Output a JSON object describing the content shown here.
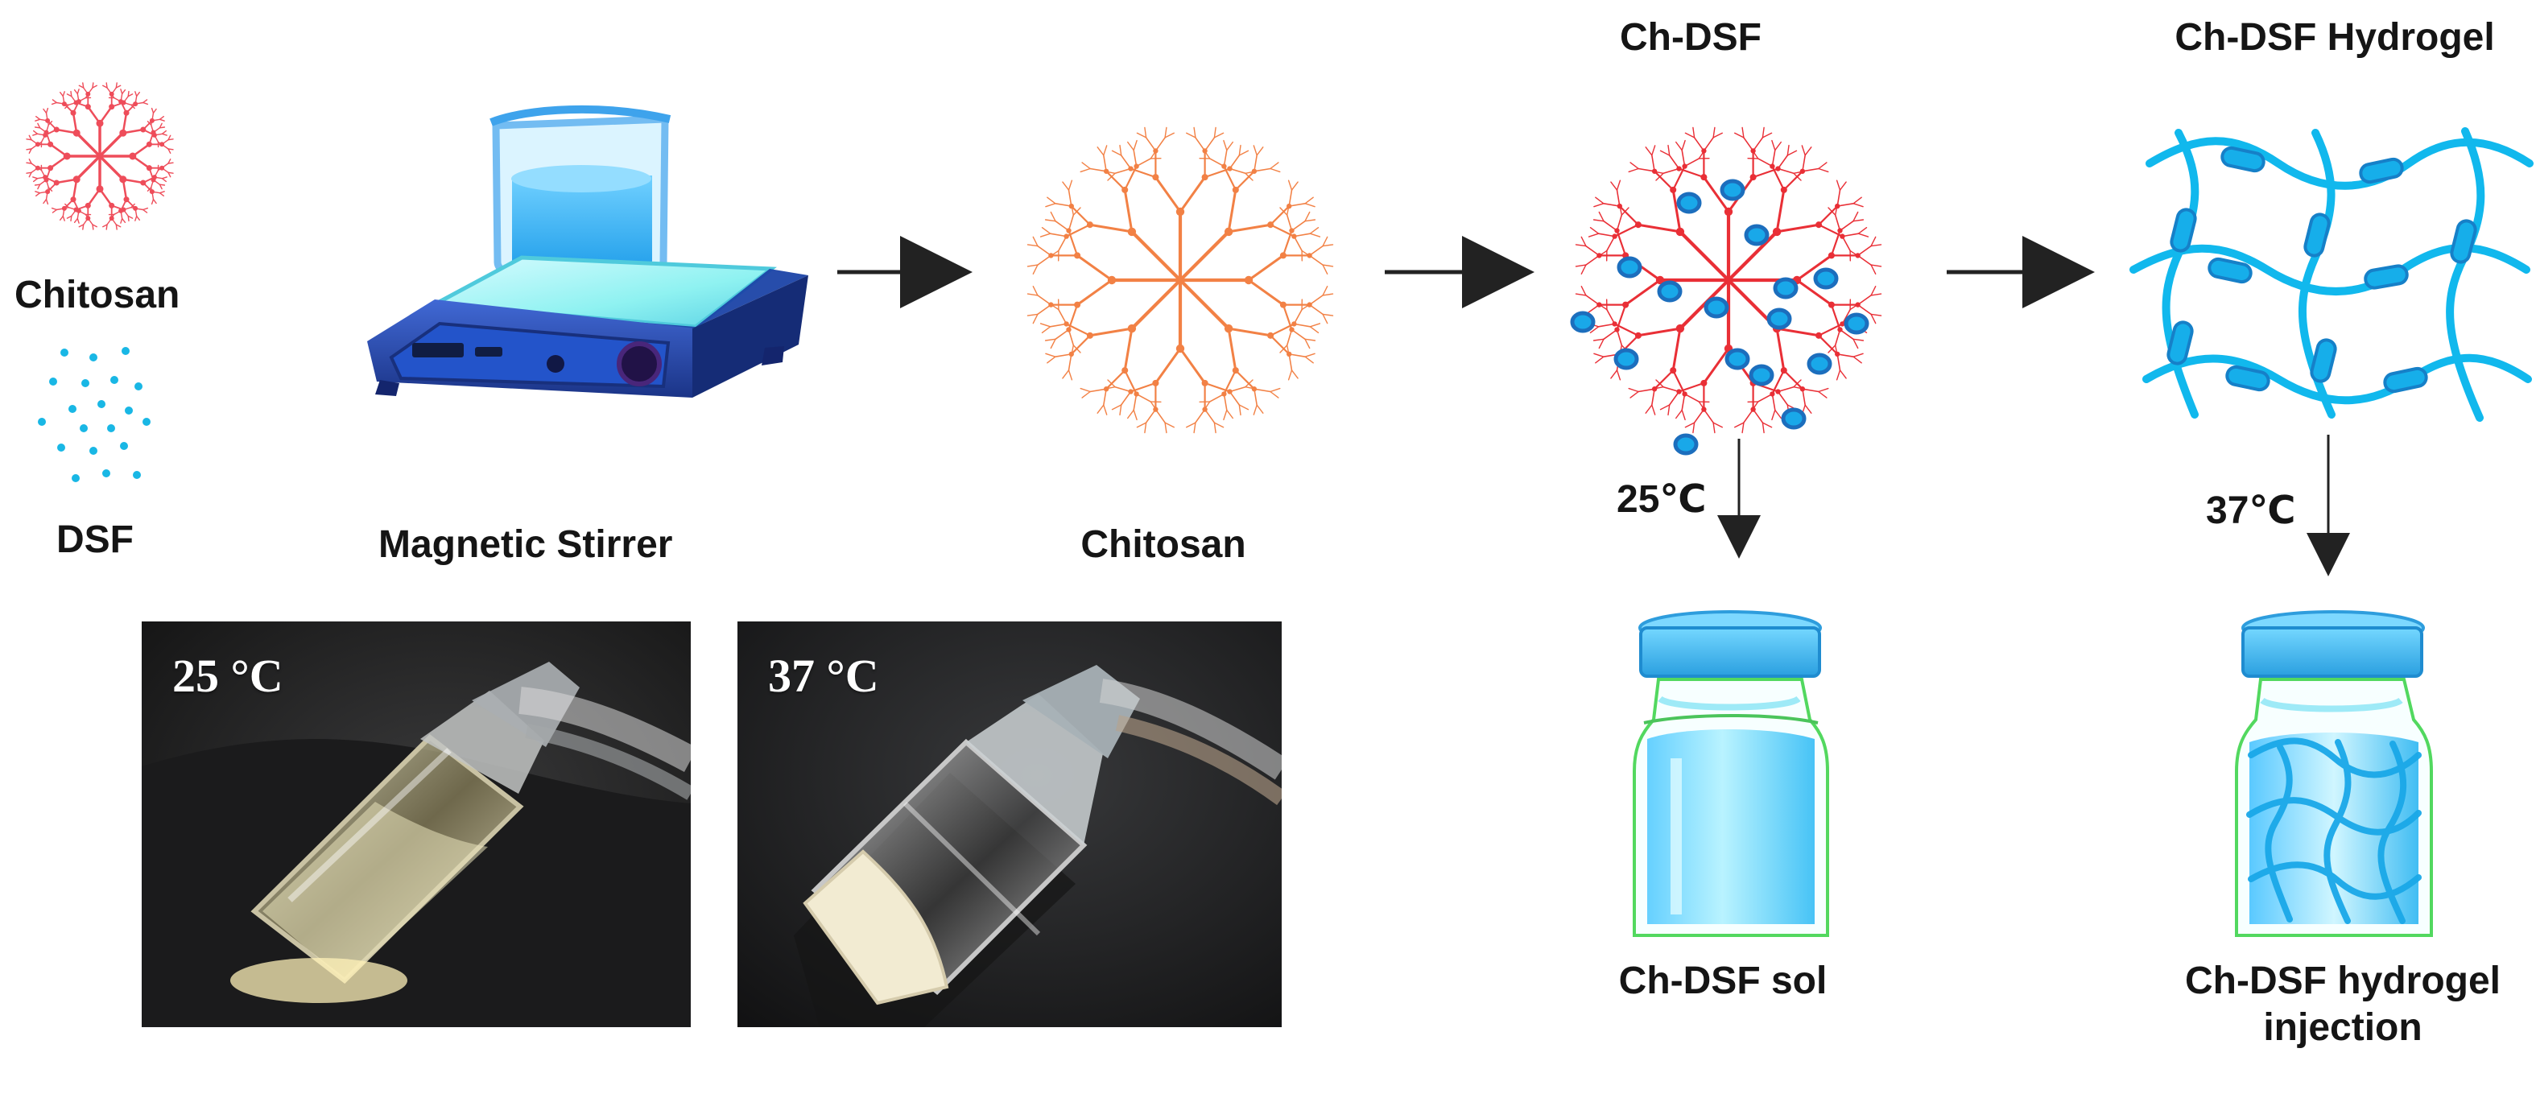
{
  "labels": {
    "chitosan_small": "Chitosan",
    "dsf": "DSF",
    "magnetic_stirrer": "Magnetic Stirrer",
    "chitosan": "Chitosan",
    "ch_dsf": "Ch-DSF",
    "ch_dsf_hydrogel": "Ch-DSF Hydrogel",
    "temp_sol": "25℃",
    "temp_gel": "37℃",
    "ch_dsf_sol": "Ch-DSF sol",
    "hydrogel_injection_line1": "Ch-DSF hydrogel",
    "hydrogel_injection_line2": "injection"
  },
  "photos": {
    "left_temp": "25 °C",
    "right_temp": "37 °C"
  },
  "icons": {
    "dendrimer": "branched-polymer-icon",
    "dsf_particles": "particle-dots-icon",
    "stirrer": "magnetic-stirrer-icon",
    "hydrogel": "hydrogel-network-icon",
    "vial": "vial-icon"
  },
  "colors": {
    "small_polymer": "#ee4d5a",
    "chitosan_polymer": "#f28145",
    "ch_dsf_polymer": "#e92f36",
    "dsf_blue": "#19b7e5",
    "dark_blue_particle": "#2c75c7",
    "arrow": "#222222"
  }
}
